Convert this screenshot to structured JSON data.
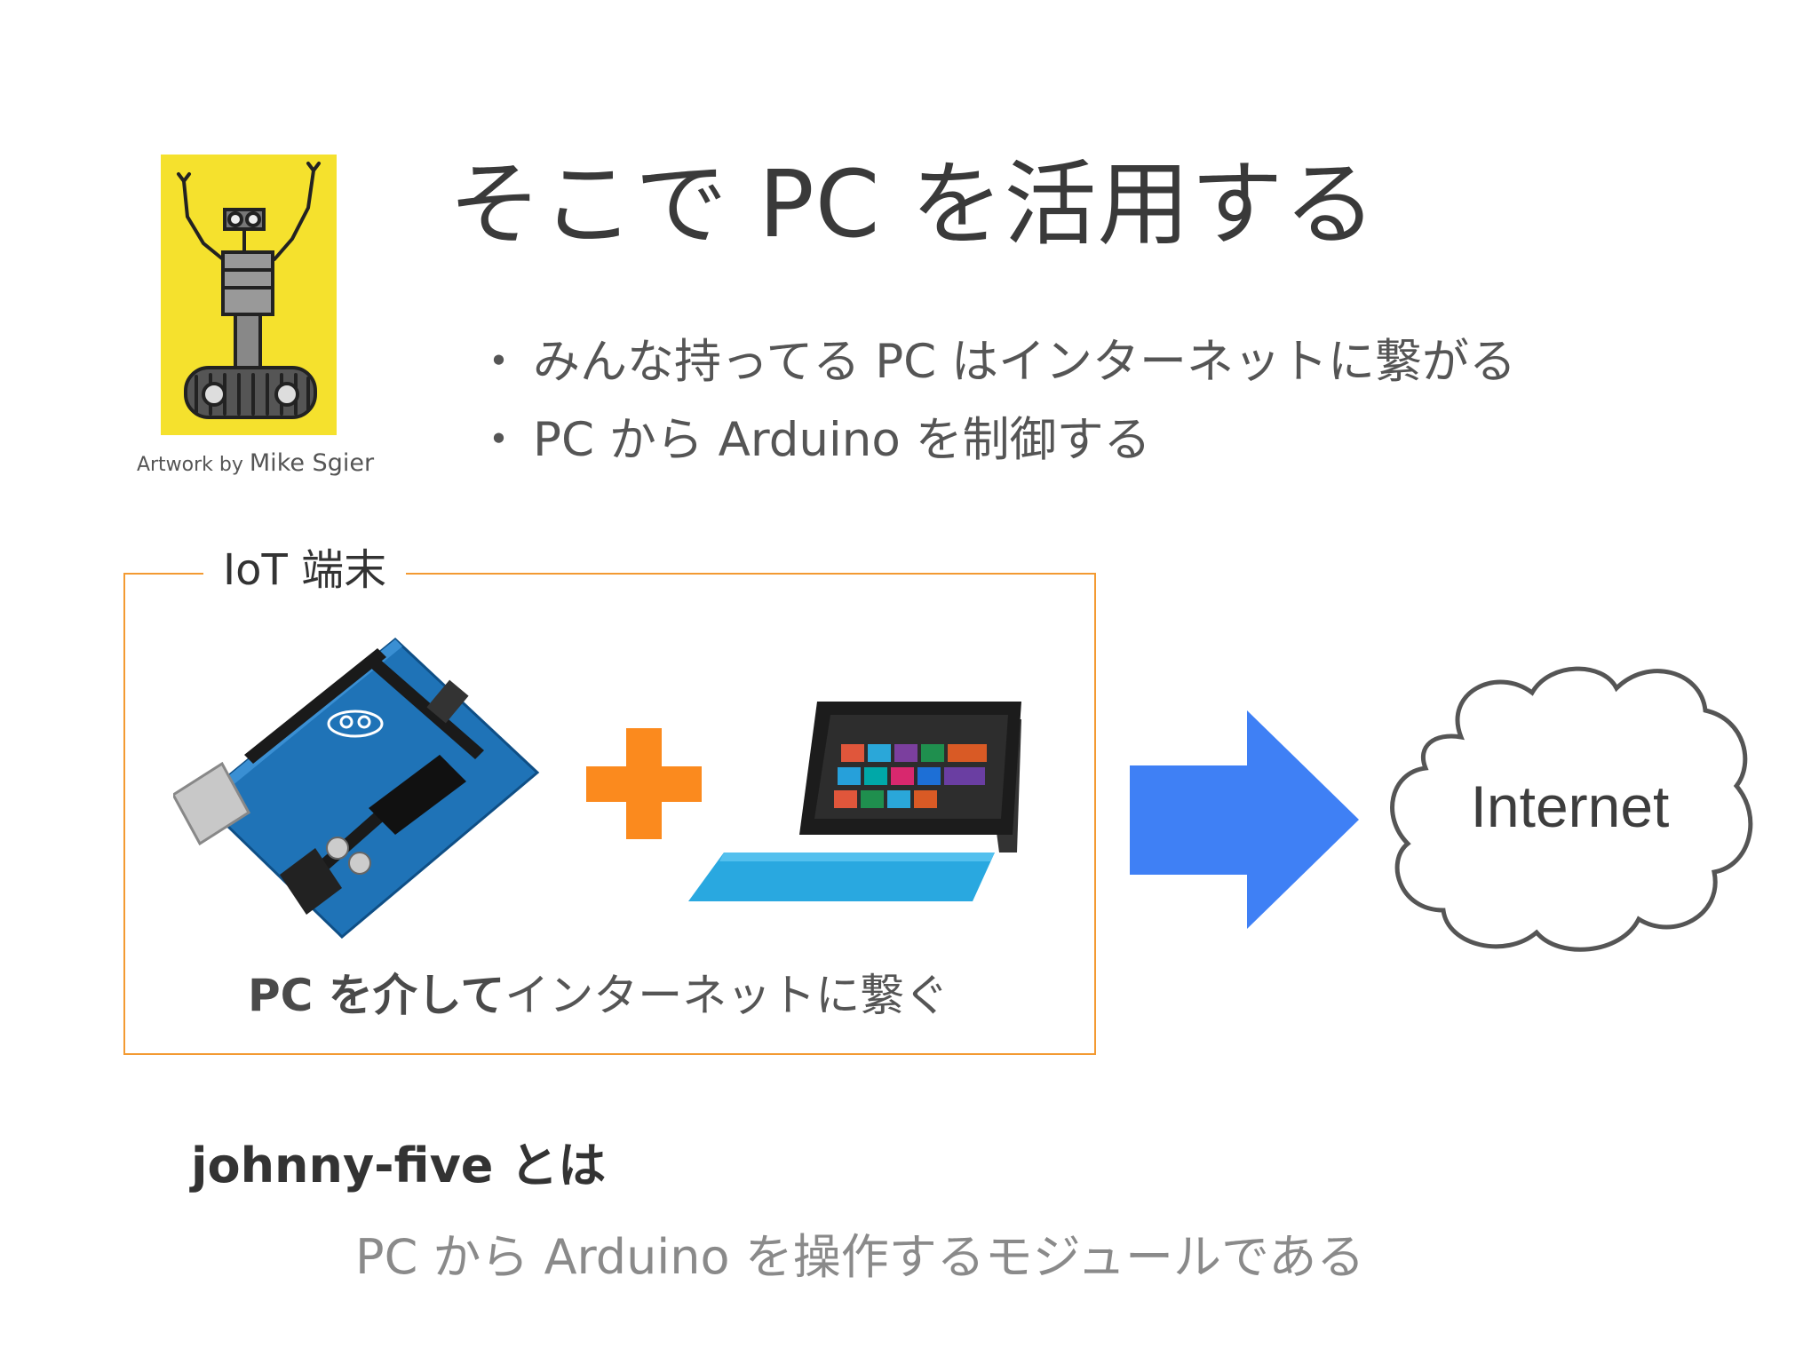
{
  "title": "そこで PC を活用する",
  "artwork": {
    "icon": "robot-artwork-icon",
    "credit_prefix": "Artwork by",
    "credit_name": "Mike Sgier"
  },
  "bullets": [
    {
      "marker": "・",
      "text": "みんな持ってる PC はインターネットに繋がる"
    },
    {
      "marker": "・",
      "text": "PC から Arduino を制御する"
    }
  ],
  "iot": {
    "label": "IoT 端末",
    "caption_bold": "PC を介して",
    "caption_rest": "インターネットに繋ぐ",
    "arduino_icon": "arduino-board-icon",
    "plus_icon": "plus-icon",
    "tablet_icon": "tablet-pc-icon"
  },
  "arrow_icon": "arrow-right-icon",
  "cloud": {
    "icon": "cloud-icon",
    "label": "Internet"
  },
  "johnny_five": {
    "title": "johnny-five とは",
    "description": "PC から Arduino を操作するモジュールである"
  },
  "colors": {
    "accent_orange": "#f39a32",
    "plus_orange": "#fb8a1e",
    "arrow_blue": "#3f80f5",
    "artwork_yellow": "#f5e12d"
  }
}
